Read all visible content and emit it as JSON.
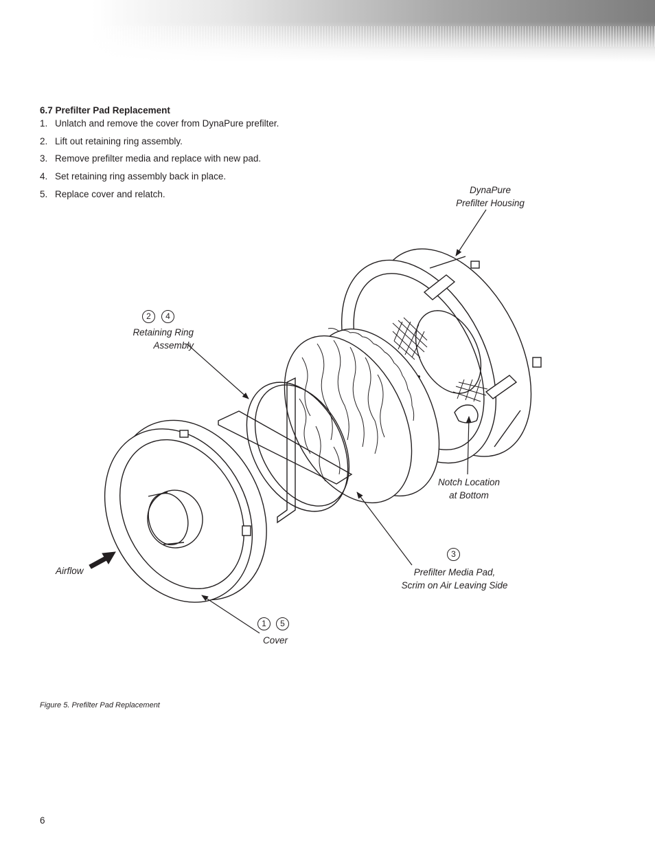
{
  "section": {
    "title": "6.7 Prefilter Pad Replacement",
    "steps": [
      {
        "num": "1.",
        "text": "Unlatch and remove the cover from DynaPure prefilter."
      },
      {
        "num": "2.",
        "text": "Lift out retaining ring assembly."
      },
      {
        "num": "3.",
        "text": "Remove prefilter media and replace with new pad."
      },
      {
        "num": "4.",
        "text": "Set retaining ring assembly back in place."
      },
      {
        "num": "5.",
        "text": "Replace cover and relatch."
      }
    ]
  },
  "figure": {
    "labels": {
      "housing_line1": "DynaPure",
      "housing_line2": "Prefilter Housing",
      "ring_line1": "Retaining Ring",
      "ring_line2": "Assembly",
      "notch_line1": "Notch Location",
      "notch_line2": "at Bottom",
      "pad_line1": "Prefilter Media Pad,",
      "pad_line2": "Scrim on Air Leaving Side",
      "airflow": "Airflow",
      "cover": "Cover"
    },
    "callouts": {
      "ring_a": "2",
      "ring_b": "4",
      "pad": "3",
      "cover_a": "1",
      "cover_b": "5"
    },
    "caption": "Figure 5. Prefilter Pad Replacement"
  },
  "footer": {
    "page_number": "6"
  }
}
